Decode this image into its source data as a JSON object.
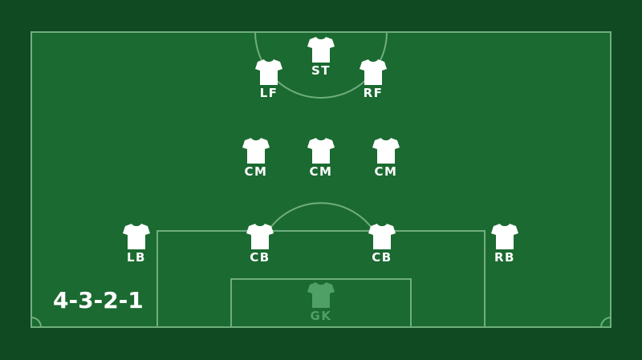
{
  "formation": "4-3-2-1",
  "colors": {
    "background": "#0f4a22",
    "pitch": "#1b6a31",
    "lines": "#6fae7e",
    "shirt": "#ffffff",
    "goalkeeper_shirt": "#4fa066"
  },
  "players": [
    {
      "label": "ST",
      "faded": false
    },
    {
      "label": "LF",
      "faded": false
    },
    {
      "label": "RF",
      "faded": false
    },
    {
      "label": "CM",
      "faded": false
    },
    {
      "label": "CM",
      "faded": false
    },
    {
      "label": "CM",
      "faded": false
    },
    {
      "label": "LB",
      "faded": false
    },
    {
      "label": "CB",
      "faded": false
    },
    {
      "label": "CB",
      "faded": false
    },
    {
      "label": "RB",
      "faded": false
    },
    {
      "label": "GK",
      "faded": true
    }
  ]
}
